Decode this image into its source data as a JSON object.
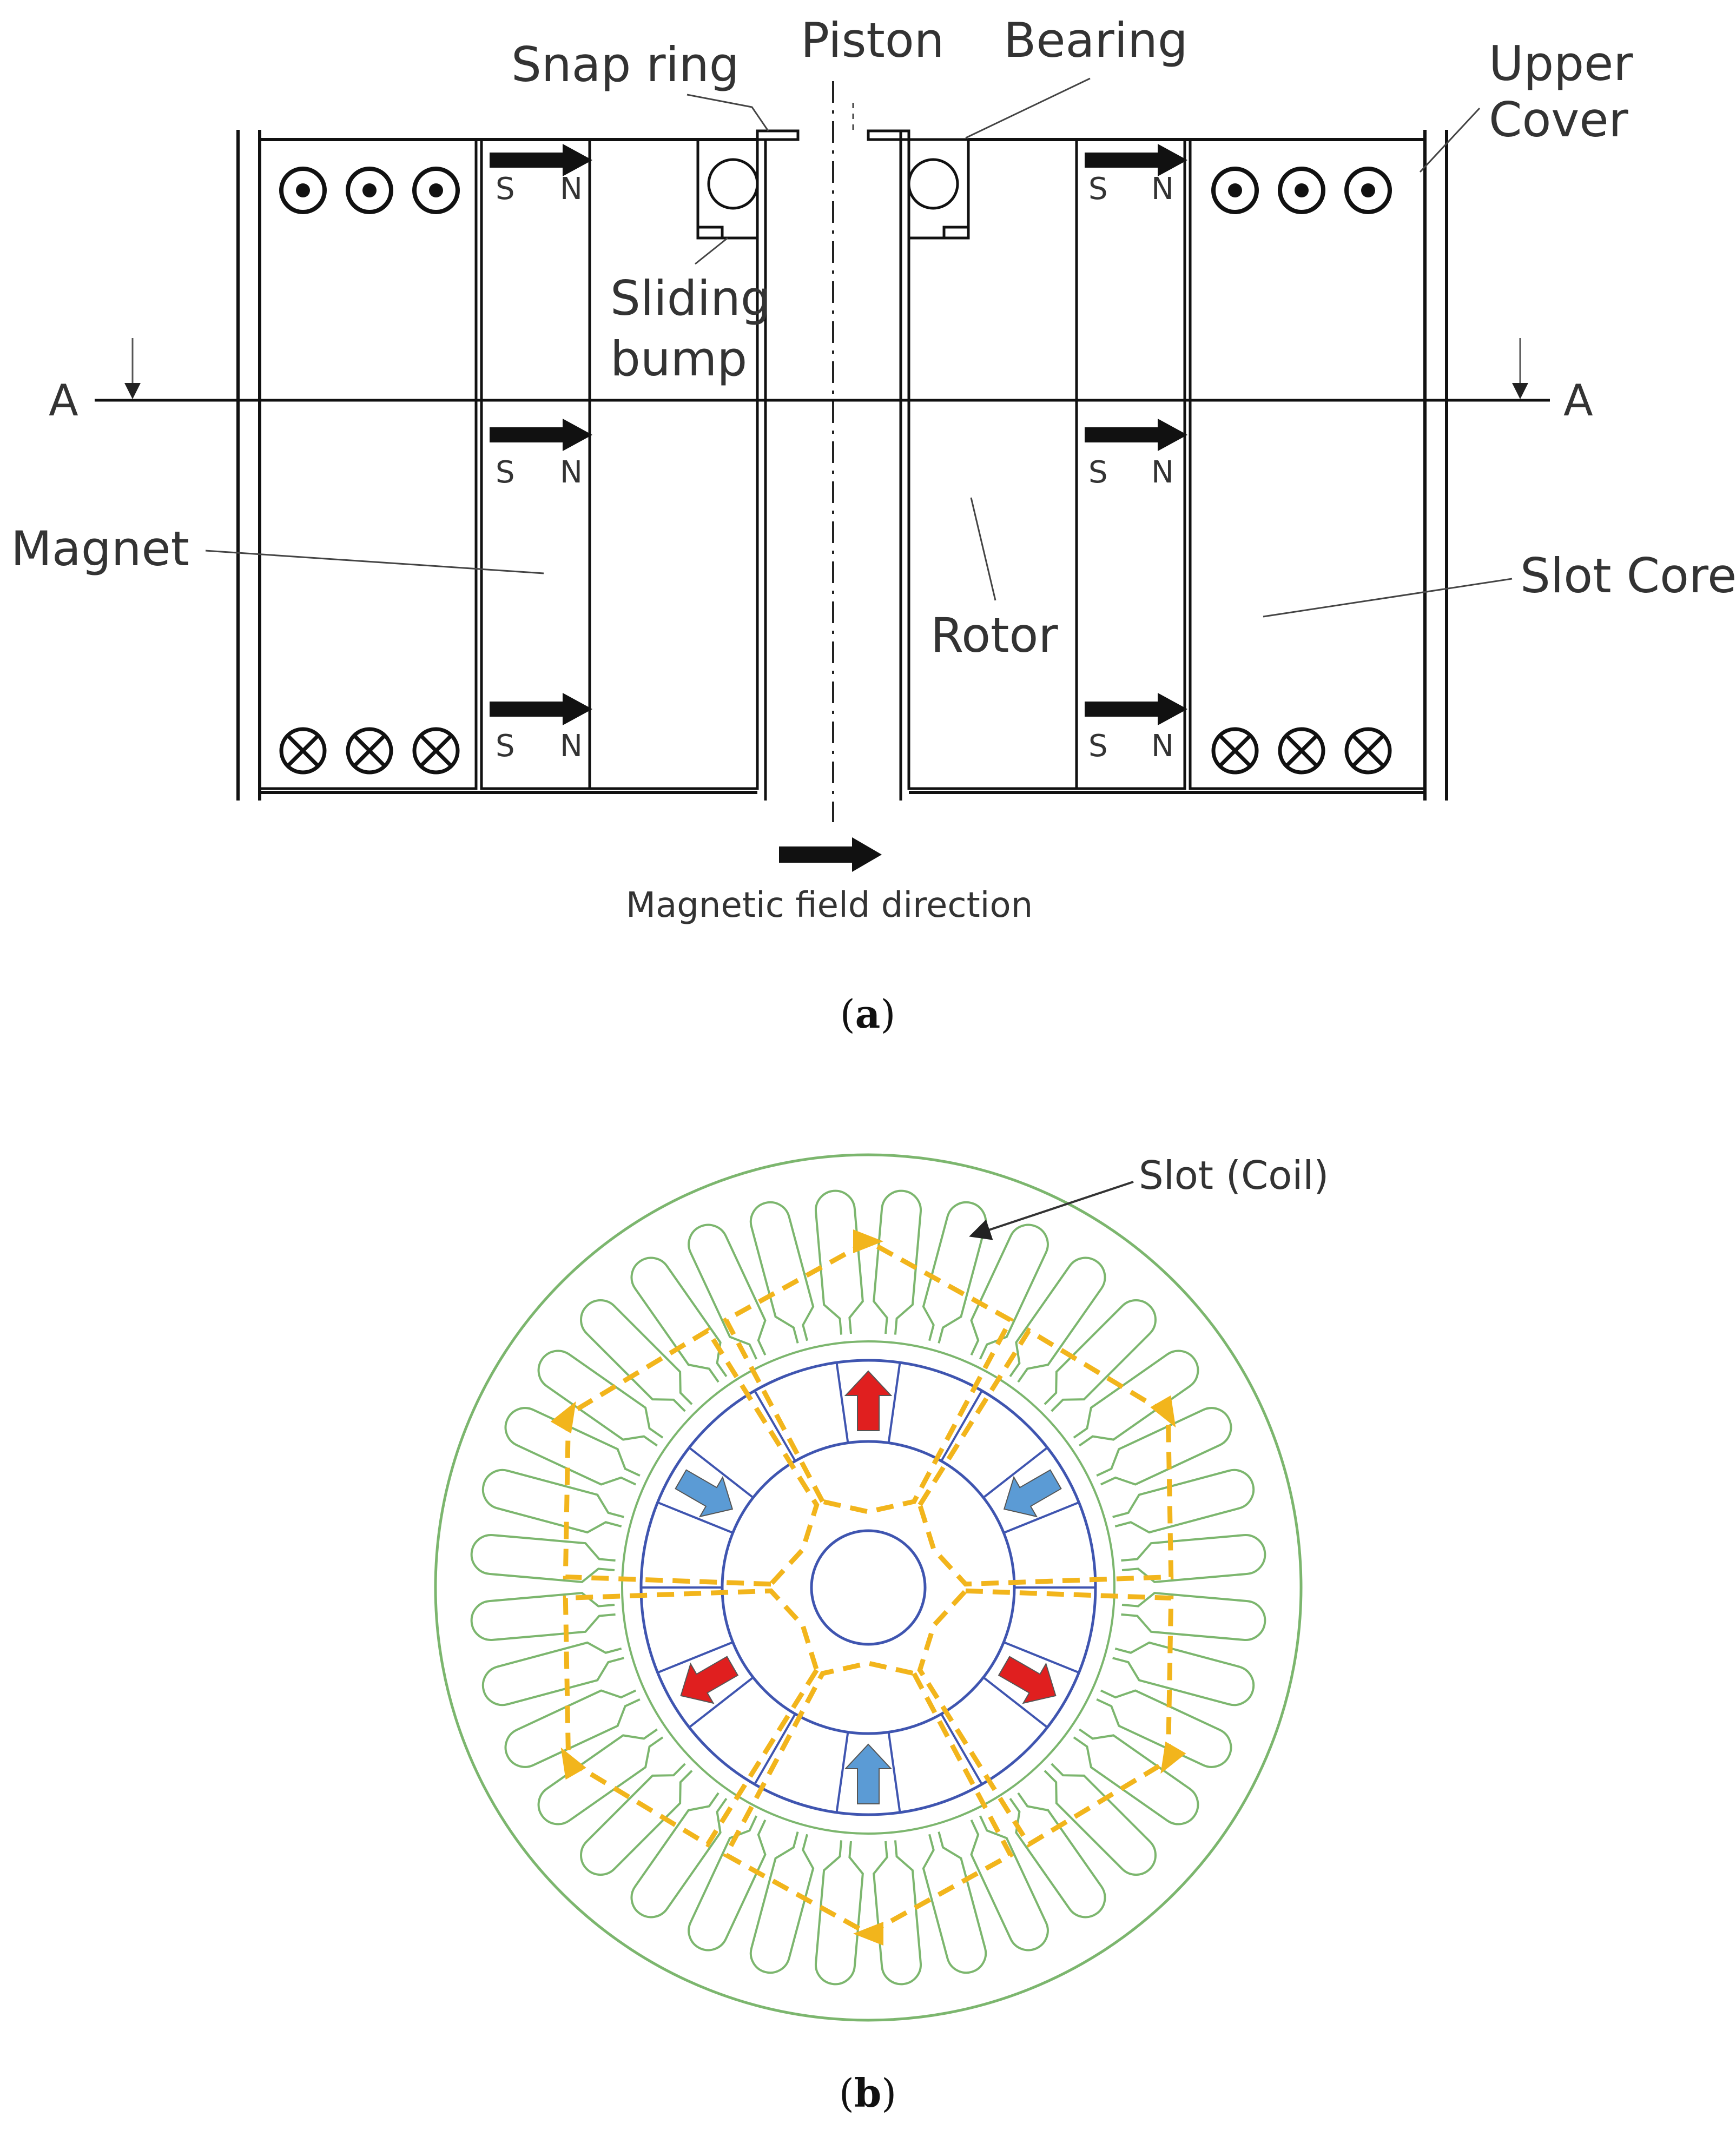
{
  "figure_a": {
    "labels": {
      "snap_ring": "Snap ring",
      "piston": "Piston",
      "bearing": "Bearing",
      "upper_cover_line1": "Upper",
      "upper_cover_line2": "Cover",
      "sliding_bump_line1": "Sliding",
      "sliding_bump_line2": "bump",
      "section_left": "A",
      "section_right": "A",
      "magnet": "Magnet",
      "rotor": "Rotor",
      "slot_core": "Slot Core",
      "pole_s": "S",
      "pole_n": "N",
      "field_direction": "Magnetic field direction"
    },
    "caption_letter": "a",
    "caption_open": "(",
    "caption_close": ")"
  },
  "figure_b": {
    "labels": {
      "slot_coil": "Slot (Coil)"
    },
    "slot_count": 36,
    "magnet_count": 6,
    "colors": {
      "stator": "#7cb66e",
      "rotor": "#3f55b0",
      "flux_path": "#f2b51c",
      "magnet_arrow_in": "#5b9bd5",
      "magnet_arrow_out": "#e01f1f"
    },
    "caption_letter": "b",
    "caption_open": "(",
    "caption_close": ")"
  },
  "icons": {
    "current_out": "dot-circle-icon",
    "current_in": "cross-circle-icon",
    "magnetization": "right-arrow-icon"
  }
}
